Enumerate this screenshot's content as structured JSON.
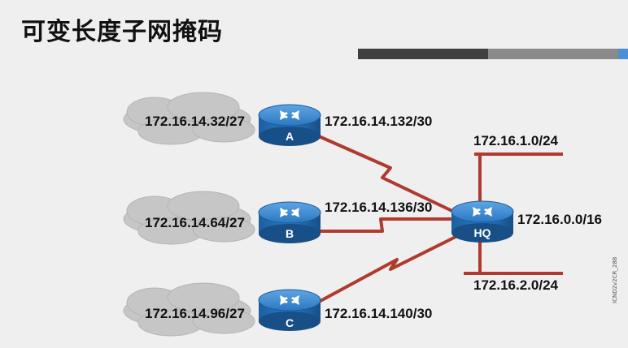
{
  "slide": {
    "title": "可变长度子网掩码",
    "code": "ICND2v2CR_288"
  },
  "routers": [
    {
      "name": "A",
      "lan": "172.16.14.32/27",
      "wan": "172.16.14.132/30"
    },
    {
      "name": "B",
      "lan": "172.16.14.64/27",
      "wan": "172.16.14.136/30"
    },
    {
      "name": "C",
      "lan": "172.16.14.96/27",
      "wan": "172.16.14.140/30"
    }
  ],
  "hq": {
    "name": "HQ",
    "summary": "172.16.0.0/16",
    "lan1": "172.16.1.0/24",
    "lan2": "172.16.2.0/24"
  },
  "colors": {
    "link": "#b03a2e",
    "router": "#1f6fb8",
    "cloud": "#c8c8c8",
    "title": "#111111"
  }
}
